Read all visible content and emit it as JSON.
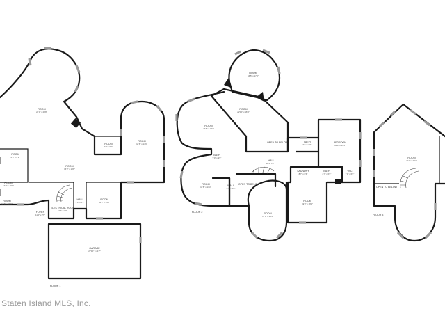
{
  "watermark": "Staten Island MLS, Inc.",
  "floors": [
    {
      "label": "FLOOR 1",
      "rooms": [
        {
          "name": "ROOM",
          "dims": "24'0\" x 23'8\""
        },
        {
          "name": "ROOM",
          "dims": "8'5\" x 6'1\""
        },
        {
          "name": "ROOM",
          "dims": "14'3\" x 19'0\""
        },
        {
          "name": "ROOM",
          "dims": "16'3\" x 13'8\""
        },
        {
          "name": "ROOM",
          "dims": "18'6\" x 14'0\""
        },
        {
          "name": "ROOM",
          "dims": "9'9\" x 9'0\""
        },
        {
          "name": "ROOM",
          "dims": "18'6\" x 18'0\""
        },
        {
          "name": "FOYER",
          "dims": "11'0\" x 7'0\""
        },
        {
          "name": "ELECTRICAL ROOM",
          "dims": "10'4\" x 9'0\""
        },
        {
          "name": "HALL",
          "dims": "3'4\" x 6'5\""
        },
        {
          "name": "ROOM",
          "dims": "16'3\" x 14'0\""
        },
        {
          "name": "GARAGE",
          "dims": "27'10\" x 21'7\""
        }
      ]
    },
    {
      "label": "FLOOR 2",
      "rooms": [
        {
          "name": "ROOM",
          "dims": "16'5\" x 17'0\""
        },
        {
          "name": "ROOM",
          "dims": "22'10\" x 16'9\""
        },
        {
          "name": "ROOM",
          "dims": "24'6\" x 18'7\""
        },
        {
          "name": "OPEN TO BELOW",
          "dims": ""
        },
        {
          "name": "BATH",
          "dims": "9'1\" x 6'9\""
        },
        {
          "name": "BEDROOM",
          "dims": "16'0\" x 14'3\""
        },
        {
          "name": "BATH",
          "dims": "9'0\" x 9'0\""
        },
        {
          "name": "HALL",
          "dims": "18'0\" x 7'7\""
        },
        {
          "name": "ROOM",
          "dims": "16'8\" x 13'2\""
        },
        {
          "name": "WALL",
          "dims": "6'2\" x 6'6\""
        },
        {
          "name": "OPEN TO BELOW",
          "dims": ""
        },
        {
          "name": "LAUNDRY",
          "dims": "8'7\" x 6'6\""
        },
        {
          "name": "BATH",
          "dims": "8'7\" x 6'6\""
        },
        {
          "name": "WIC",
          "dims": "7'0\" x 6'6\""
        },
        {
          "name": "ROOM",
          "dims": "19'9\" x 18'4\""
        },
        {
          "name": "ROOM",
          "dims": "17'6\" x 14'3\""
        }
      ]
    },
    {
      "label": "FLOOR 3",
      "rooms": [
        {
          "name": "ROOM",
          "dims": "21'4\" x 20'4\""
        },
        {
          "name": "OPEN TO BELOW",
          "dims": ""
        }
      ]
    }
  ]
}
